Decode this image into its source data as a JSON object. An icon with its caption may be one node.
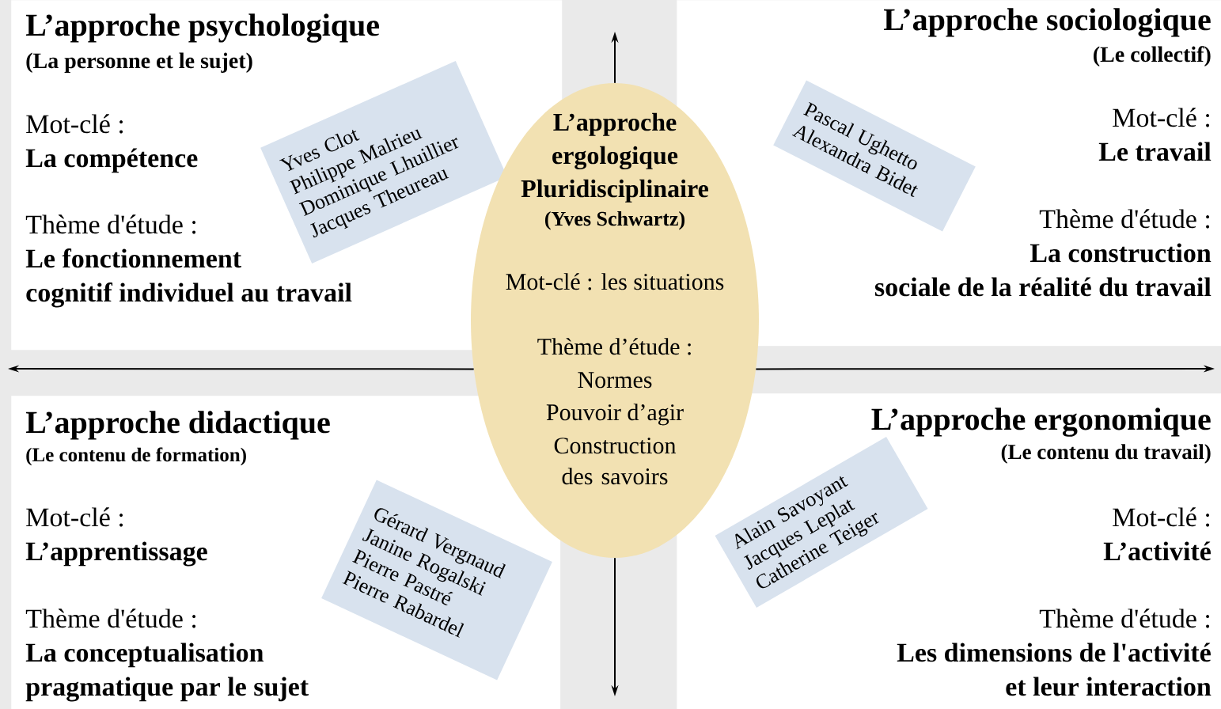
{
  "diagram": {
    "nodes": [
      {
        "text": [
          "L’approche psychologique",
          "(La personne et le sujet)",
          "Mot-clé :",
          "La compétence",
          "Thème d'étude :",
          "Le fonctionnement cognitif individuel au travail"
        ]
      },
      {
        "text": [
          "Yves Clot",
          "Philippe Malrieu",
          "Dominique Lhuillier",
          "Jacques Theureau"
        ],
        "in": 0
      },
      {
        "text": [
          "L’approche sociologique",
          "(Le collectif)",
          "Mot-clé :",
          "Le travail",
          "Thème d'étude :",
          "La construction sociale de la réalité du travail"
        ]
      },
      {
        "text": [
          "Pascal Ughetto",
          "Alexandra Bidet"
        ],
        "in": 2
      },
      {
        "text": [
          "L’approche ergologique Pluridisciplinaire",
          "(Yves Schwartz)",
          "Mot-clé : les situations",
          "Thème d’étude :",
          "Normes",
          "Pouvoir d’agir",
          "Construction des savoirs"
        ]
      },
      {
        "text": [
          "L’approche didactique",
          "(Le contenu de formation)",
          "Mot-clé :",
          "L’apprentissage",
          "Thème d'étude :",
          "La conceptualisation pragmatique par le sujet"
        ]
      },
      {
        "text": [
          "Gérard Vergnaud",
          "Janine Rogalski",
          "Pierre Pastré",
          "Pierre Rabardel"
        ],
        "in": 5
      },
      {
        "text": [
          "L’approche ergonomique",
          "(Le contenu du travail)",
          "Mot-clé :",
          "L’activité",
          "Thème d'étude :",
          "Les dimensions de l'activité et leur interaction"
        ]
      },
      {
        "text": [
          "Alain Savoyant",
          "Jacques Leplat",
          "Catherine Teiger"
        ],
        "in": 7
      }
    ],
    "edges": [
      {
        "from": 4,
        "to": null,
        "arrow": "to"
      },
      {
        "from": 4,
        "to": null,
        "arrow": "to"
      },
      {
        "from": 4,
        "to": null,
        "arrow": "to"
      },
      {
        "from": 4,
        "to": null,
        "arrow": "to"
      }
    ]
  }
}
